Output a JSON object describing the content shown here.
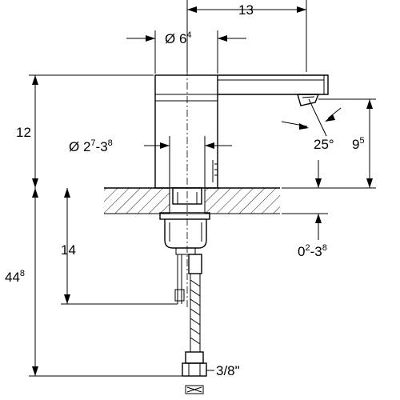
{
  "labels": {
    "dim_top": {
      "main": "13"
    },
    "dim_body_dia": {
      "prefix": "Ø 6",
      "sup": "4"
    },
    "dim_height": {
      "main": "12"
    },
    "dim_hole_dia": {
      "prefix": "Ø 2",
      "sup1": "7",
      "mid": "-3",
      "sup2": "8"
    },
    "dim_angle": {
      "main": "25°"
    },
    "dim_spout_height": {
      "main": "9",
      "sup": "5"
    },
    "dim_14": {
      "main": "14"
    },
    "dim_44": {
      "main": "44",
      "sup": "8"
    },
    "dim_deck": {
      "main": "0",
      "sup1": "2",
      "mid": "-3",
      "sup2": "8"
    },
    "dim_thread": {
      "main": "3/8\""
    }
  },
  "colors": {
    "line": "#000000",
    "background": "#ffffff",
    "hatch": "#000000"
  }
}
